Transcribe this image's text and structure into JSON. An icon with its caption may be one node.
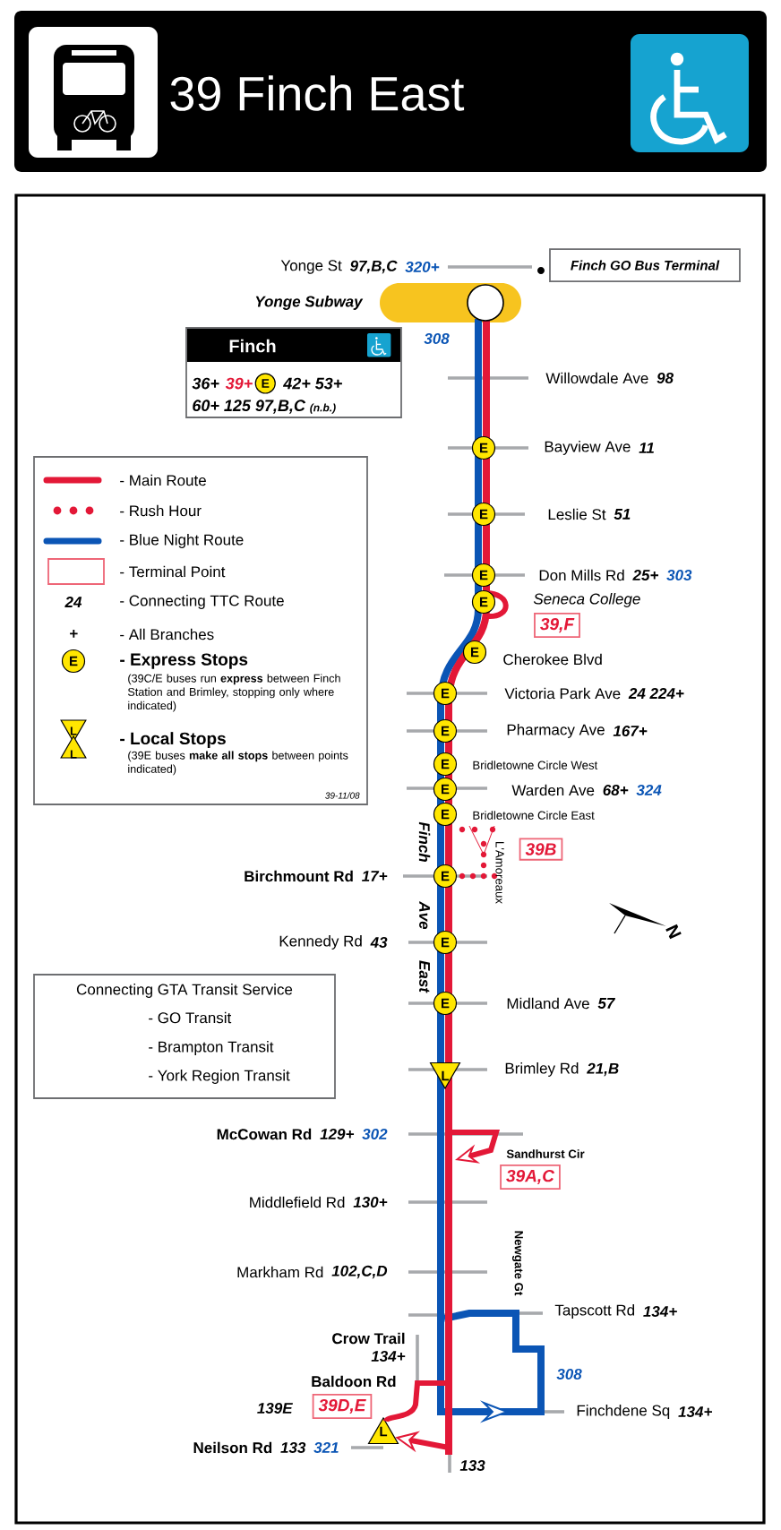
{
  "diagram": {
    "title": "39 Finch East",
    "nodes": [
      {
        "text": [
          "Finch GO Bus Terminal"
        ]
      },
      {
        "text": [],
        "shape": "circle"
      },
      {
        "text": [
          "Finch",
          "36+",
          "39+",
          "E",
          "42+ 53+",
          "60+ 125 97,B,C",
          "(n.b.)"
        ]
      },
      {
        "text": [
          "E"
        ]
      },
      {
        "text": [
          "E"
        ]
      },
      {
        "text": [
          "E"
        ]
      },
      {
        "text": [
          "E"
        ]
      },
      {
        "text": [
          "39,F"
        ]
      },
      {
        "text": [
          "E"
        ]
      },
      {
        "text": [
          "E"
        ]
      },
      {
        "text": [
          "E"
        ]
      },
      {
        "text": [
          "E"
        ]
      },
      {
        "text": [
          "E"
        ]
      },
      {
        "text": [
          "E"
        ]
      },
      {
        "text": [
          "39B"
        ]
      },
      {
        "text": [
          "E"
        ]
      },
      {
        "text": [
          "E"
        ]
      },
      {
        "text": [
          "E"
        ]
      },
      {
        "text": [
          "L"
        ]
      },
      {
        "text": [
          "39A,C"
        ]
      },
      {
        "text": [
          "39D,E"
        ]
      },
      {
        "text": [
          "L"
        ]
      }
    ],
    "labels": [
      "Yonge St",
      "97,B,C",
      "320+",
      "Yonge Subway",
      "308",
      "Willowdale Ave",
      "98",
      "Bayview Ave",
      "11",
      "Leslie St",
      "51",
      "Don Mills Rd",
      "25+",
      "303",
      "Seneca College",
      "Cherokee Blvd",
      "Victoria Park Ave",
      "24 224+",
      "Pharmacy Ave",
      "167+",
      "Bridletowne Circle West",
      "Warden Ave",
      "68+",
      "324",
      "Bridletowne Circle East",
      "Finch",
      "Ave",
      "East",
      "L'Amoreaux",
      "Birchmount Rd",
      "17+",
      "Kennedy Rd",
      "43",
      "N",
      "Midland Ave",
      "57",
      "Brimley Rd",
      "21,B",
      "McCowan Rd",
      "129+",
      "302",
      "Sandhurst Cir",
      "Middlefield Rd",
      "130+",
      "Markham Rd",
      "102,C,D",
      "Newgate Gt",
      "Tapscott Rd",
      "134+",
      "308",
      "Crow Trail",
      "134+",
      "Baldoon Rd",
      "139E",
      "Finchdene Sq",
      "134+",
      "Neilson Rd",
      "133",
      "321",
      "133",
      "24",
      "+",
      "E",
      "(39C/E buses run **express** between Finch Station and Brimley, stopping only where indicated)",
      "L",
      "L",
      "(39E buses **make all stops** between points indicated)",
      "39-11/08",
      "Connecting GTA Transit Service"
    ],
    "edges": [
      {
        "from": null,
        "to": 21,
        "arrow": "to",
        "color": "#e31837"
      },
      {
        "from": null,
        "to": 21,
        "arrow": "none",
        "color": "#e31837"
      }
    ],
    "legend": [
      {
        "text": "- Main Route"
      },
      {
        "text": "- Rush Hour"
      },
      {
        "text": "- Blue Night Route"
      },
      {
        "text": "- Terminal Point"
      },
      {
        "text": "- Connecting TTC Route"
      },
      {
        "text": "- All Branches"
      },
      {
        "text": "- Express Stops"
      },
      {
        "text": "- Local Stops"
      },
      {
        "text": "- GO Transit"
      },
      {
        "text": "- Brampton Transit"
      },
      {
        "text": "- York Region Transit"
      }
    ]
  }
}
